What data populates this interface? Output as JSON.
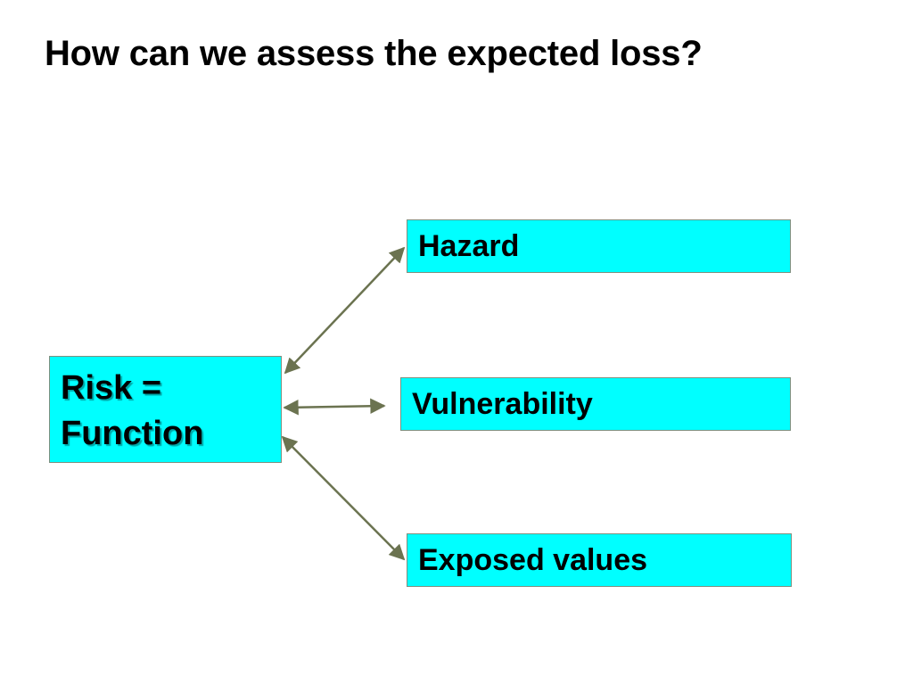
{
  "slide": {
    "title": "How can we assess the expected loss?"
  },
  "diagram": {
    "box_color": "#00ffff",
    "arrow_color": "#6b7350",
    "risk": {
      "line1": "Risk =",
      "line2": "Function"
    },
    "factors": [
      {
        "label": "Hazard"
      },
      {
        "label": "Vulnerability"
      },
      {
        "label": "Exposed values"
      }
    ]
  }
}
